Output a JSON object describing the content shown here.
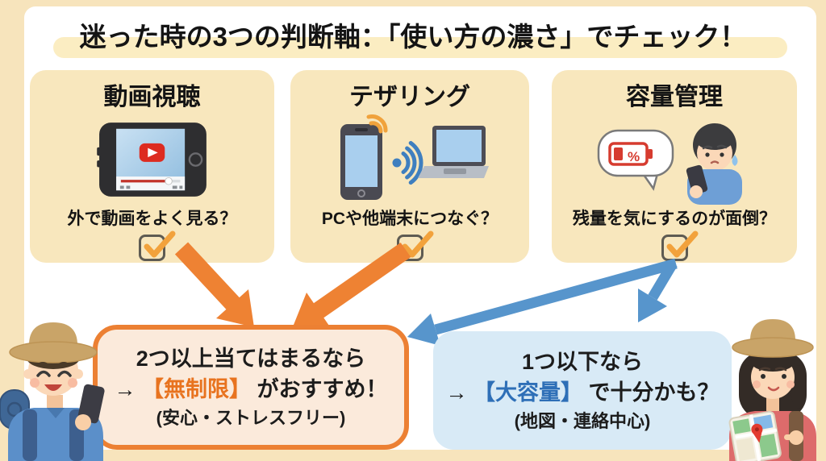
{
  "title": "迷った時の3つの判断軸：「使い方の濃さ」でチェック！",
  "cards": [
    {
      "title": "動画視聴",
      "question": "外で動画をよく見る？",
      "icon": "video-playback-phone-icon",
      "checked": true
    },
    {
      "title": "テザリング",
      "question": "PCや他端末につなぐ？",
      "icon": "tethering-phone-laptop-icon",
      "checked": true
    },
    {
      "title": "容量管理",
      "question": "残量を気にするのが面倒？",
      "icon": "low-battery-worried-man-icon",
      "checked": true
    }
  ],
  "conclusions": {
    "unlimited": {
      "condition": "2つ以上当てはまるなら",
      "arrow": "→ ",
      "plan": "【無制限】",
      "recommendation": " がおすすめ！",
      "note": "(安心・ストレスフリー)"
    },
    "large_capacity": {
      "condition": "1つ以下なら",
      "arrow": "→ ",
      "plan": "【大容量】",
      "recommendation": " で十分かも？",
      "note": "(地図・連絡中心)"
    }
  },
  "characters": {
    "left": "male-hiker-with-smartphone",
    "right": "female-hiker-with-map"
  },
  "colors": {
    "background": "#F7E4BC",
    "panel": "#FFFFFF",
    "card_fill": "#F8E7BD",
    "title_highlight": "#FBEDC2",
    "orange_accent": "#EE8233",
    "orange_plan_text": "#E8731F",
    "blue_accent": "#5795CC",
    "blue_plan_text": "#2E6FB7",
    "unlimited_box_fill": "#FBEADB",
    "large_box_fill": "#D8EAF6",
    "checkmark": "#F2A23C"
  }
}
